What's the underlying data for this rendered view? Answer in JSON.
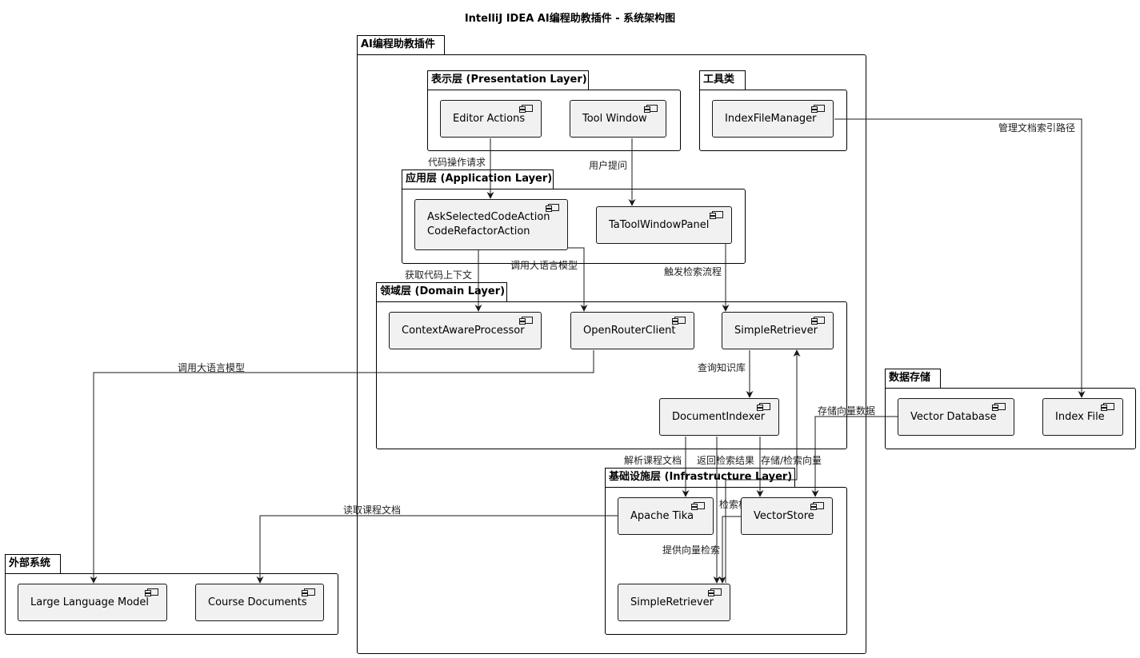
{
  "title": "IntelliJ IDEA AI编程助教插件 - 系统架构图",
  "packages": {
    "plugin": "AI编程助教插件",
    "presentation": "表示层 (Presentation Layer)",
    "tools": "工具类",
    "application": "应用层 (Application Layer)",
    "domain": "领域层 (Domain Layer)",
    "storage": "数据存储",
    "infrastructure": "基础设施层 (Infrastructure Layer)",
    "external": "外部系统"
  },
  "components": {
    "editor_actions": "Editor Actions",
    "tool_window": "Tool Window",
    "index_file_manager": "IndexFileManager",
    "ask_selected": "AskSelectedCodeAction",
    "code_refactor": "CodeRefactorAction",
    "ta_tool_window_panel": "TaToolWindowPanel",
    "context_aware_processor": "ContextAwareProcessor",
    "open_router_client": "OpenRouterClient",
    "simple_retriever_domain": "SimpleRetriever",
    "document_indexer": "DocumentIndexer",
    "vector_database": "Vector Database",
    "index_file": "Index File",
    "apache_tika": "Apache Tika",
    "vector_store": "VectorStore",
    "simple_retriever_infra": "SimpleRetriever",
    "large_language_model": "Large Language Model",
    "course_documents": "Course Documents"
  },
  "edges": {
    "code_op_request": "代码操作请求",
    "user_question": "用户提问",
    "manage_index_path": "管理文档索引路径",
    "get_code_context": "获取代码上下文",
    "call_llm_app": "调用大语言模型",
    "trigger_retrieval": "触发检索流程",
    "call_llm_domain": "调用大语言模型",
    "query_kb": "查询知识库",
    "store_vector_data": "存储向量数据",
    "parse_docs": "解析课程文档",
    "return_results": "返回检索结果",
    "store_retrieve_vectors": "存储/检索向量",
    "retrieve_related": "检索相关文档",
    "read_docs": "读取课程文档",
    "provide_vector_retrieval": "提供向量检索"
  }
}
